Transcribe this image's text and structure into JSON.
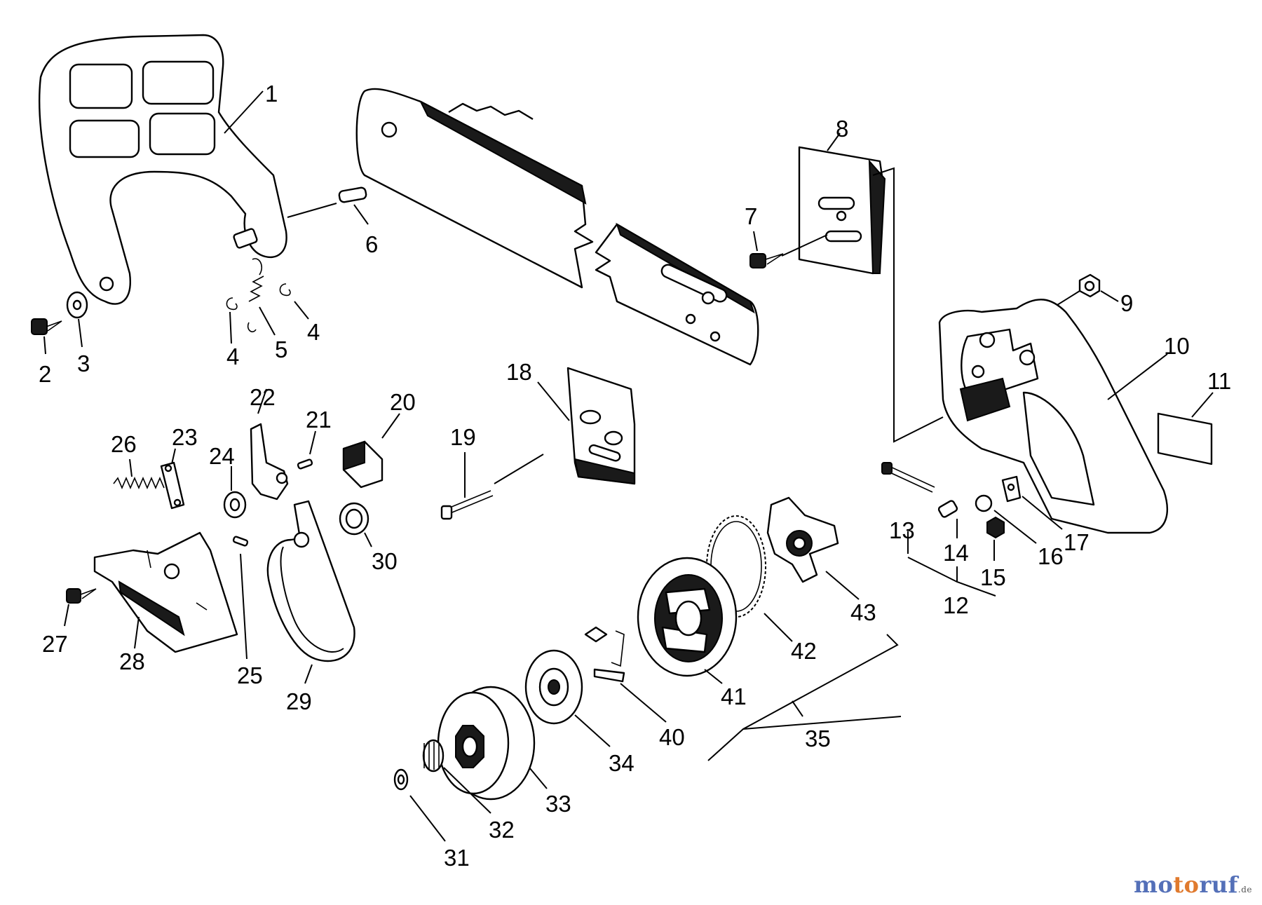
{
  "callouts": [
    "1",
    "2",
    "3",
    "4",
    "4",
    "5",
    "6",
    "7",
    "8",
    "9",
    "10",
    "11",
    "12",
    "13",
    "14",
    "15",
    "16",
    "17",
    "18",
    "19",
    "20",
    "21",
    "22",
    "23",
    "24",
    "25",
    "26",
    "27",
    "28",
    "29",
    "30",
    "31",
    "32",
    "33",
    "34",
    "35",
    "40",
    "41",
    "42",
    "43"
  ],
  "watermark": {
    "brand_a": "mo",
    "brand_b": "to",
    "brand_c": "ruf",
    "tld": ".de",
    "full": "motoruf.de"
  },
  "colors": {
    "watermark_blue": "#5470b8",
    "watermark_orange": "#e07a2e",
    "line": "#000000"
  }
}
